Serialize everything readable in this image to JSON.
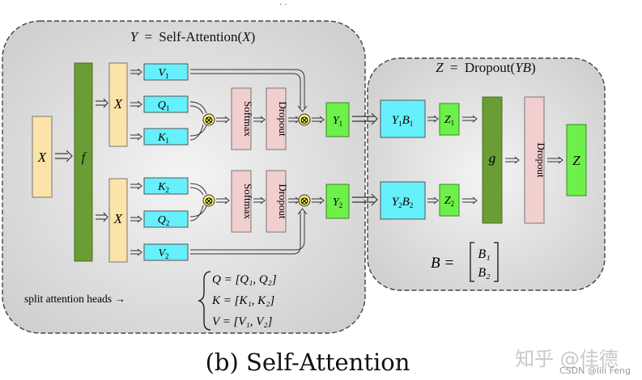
{
  "top_dots": "· ·",
  "left_panel": {
    "title_lhs": "Y",
    "title_eq": "=",
    "title_fn": "Self-Attention(",
    "title_arg": "X",
    "title_close": ")"
  },
  "right_panel": {
    "title_lhs": "Z",
    "title_eq": "=",
    "title_fn": "Dropout(",
    "title_arg": "YB",
    "title_close": ")"
  },
  "labels": {
    "x_input": "X",
    "f": "f",
    "x_top": "X",
    "x_bottom": "X",
    "v1": "V",
    "v1_sub": "1",
    "q1": "Q",
    "q1_sub": "1",
    "k1": "K",
    "k1_sub": "1",
    "k2": "K",
    "k2_sub": "2",
    "q2": "Q",
    "q2_sub": "2",
    "v2": "V",
    "v2_sub": "2",
    "softmax_top": "Softmax",
    "dropout_top": "Dropout",
    "softmax_bottom": "Softmax",
    "dropout_bottom": "Dropout",
    "y1": "Y",
    "y1_sub": "1",
    "y2": "Y",
    "y2_sub": "2",
    "y1b1_a": "Y",
    "y1b1_a_sub": "1",
    "y1b1_b": "B",
    "y1b1_b_sub": "1",
    "y2b2_a": "Y",
    "y2b2_a_sub": "2",
    "y2b2_b": "B",
    "y2b2_b_sub": "2",
    "z1": "Z",
    "z1_sub": "1",
    "z2": "Z",
    "z2_sub": "2",
    "g": "g",
    "dropout_right": "Dropout",
    "z_out": "Z",
    "multiply": "⊗"
  },
  "split_heads": {
    "text": "split attention heads →",
    "q_line": "Q = [Q₁, Q₂]",
    "k_line": "K = [K₁, K₂]",
    "v_line": "V = [V₁, V₂]"
  },
  "b_matrix": {
    "lhs": "B =",
    "top": "B₁",
    "bottom": "B₂"
  },
  "caption": "(b) Self-Attention",
  "watermark": {
    "brand": "知乎 @佳德",
    "site": "CSDN @lili Feng"
  },
  "colors": {
    "panel_fill": "#e4e4e4",
    "panel_stroke": "#4d4d4d",
    "yellow": "#fbe3a9",
    "green_dark": "#6a9d35",
    "cyan": "#66f0fb",
    "pink": "#f1cfcf",
    "green_bright": "#6ef04a",
    "mult_yellow": "#fff36b",
    "arrow": "#333333"
  }
}
